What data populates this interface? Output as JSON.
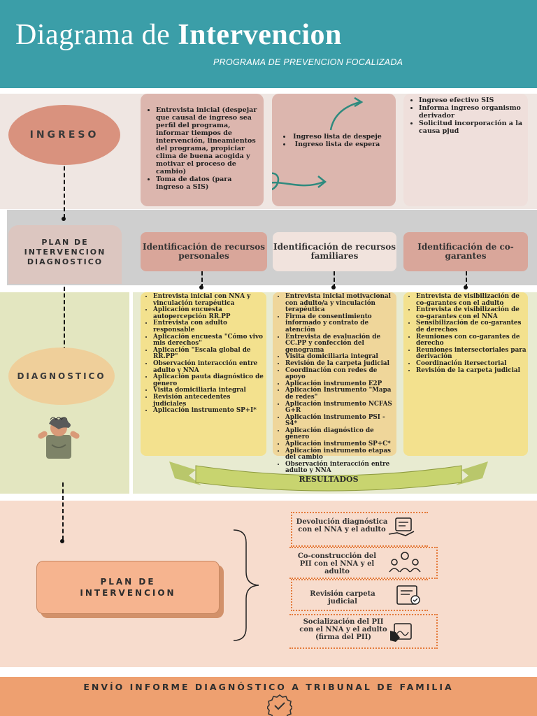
{
  "header": {
    "title_light": "Diagrama de ",
    "title_bold": "Intervencion",
    "subtitle": "PROGRAMA DE PREVENCION FOCALIZADA"
  },
  "ingreso": {
    "label": "INGRESO",
    "card1_items": [
      "Entrevista inicial (despejar que causal de ingreso sea perfil del programa, informar tiempos de intervención, lineamientos del programa, propiciar clima de buena acogida y motivar el proceso de cambio)",
      "Toma de datos (para ingreso a SIS)"
    ],
    "card2_items": [
      "Ingreso lista de despeje",
      "Ingreso lista de espera"
    ],
    "card3_items": [
      "Ingreso efectivo SIS",
      "Informa ingreso organismo derivador",
      "Solicitud incorporación a la causa pjud"
    ]
  },
  "plan_diagnostico": {
    "label_line1": "PLAN DE",
    "label_line2": "INTERVENCION",
    "label_line3": "DIAGNOSTICO",
    "id1": "Identificación de recursos personales",
    "id2": "Identificación de recursos familiares",
    "id3": "Identificación de co-garantes"
  },
  "diagnostico": {
    "label": "DIAGNOSTICO",
    "col1": [
      "Entrevista inicial con NNA y vinculación terapéutica",
      "Aplicación encuesta autopercepción RR.PP",
      "Entrevista con adulto responsable",
      "Aplicación encuesta \"Cómo vivo mis derechos\"",
      "Aplicación \"Escala global de RR.PP\"",
      "Observación interacción entre adulto y NNA",
      "Aplicación pauta diagnóstico de género",
      "Visita domiciliaria integral",
      "Revisión antecedentes judiciales",
      "Aplicación instrumento SP+I*"
    ],
    "col2": [
      "Entrevista inicial motivacional con adulto/a y vinculación terapéutica",
      "Firma de consentimiento informado y contrato de atención",
      "Entrevista de evaluación de CC.PP y confección del genograma",
      "Visita domiciliaria integral",
      "Revisión de la carpeta judicial",
      "Coordinación con redes de apoyo",
      "Aplicación instrumento E2P",
      "Aplicación Instrumento \"Mapa de redes\"",
      "Aplicación instrumento NCFAS G+R",
      "Aplicación instrumento PSI - S4*",
      "Aplicación diagnóstico de género",
      "Aplicación instrumento SP+C*",
      "Aplicación instrumento etapas del cambio",
      "Observación interacción entre adulto y NNA"
    ],
    "col3": [
      "Entrevista de visibilización de co-garantes con el adulto",
      "Entrevista de visibilización de co-garantes con el NNA",
      "Sensibilización de co-garantes de derechos",
      "Reuniones con co-garantes de derecho",
      "Reuniones intersectoriales para derivación",
      "Coordinación itersectorial",
      "Revisión de la carpeta judicial"
    ],
    "resultados": "RESULTADOS"
  },
  "intervencion": {
    "label_line1": "PLAN DE",
    "label_line2": "INTERVENCION",
    "steps": [
      "Devolución diagnóstica con el NNA y el adulto",
      "Co-construcción del PII con el NNA y el adulto",
      "Revisión carpeta judicial",
      "Socialización del PII con el NNA y el adulto (firma del PII)"
    ],
    "icons": [
      "document-hand-icon",
      "team-gear-icon",
      "clipboard-check-icon",
      "signature-hand-icon"
    ]
  },
  "footer": {
    "text": "ENVÍO INFORME DIAGNÓSTICO A TRIBUNAL DE FAMILIA",
    "icon": "seal-check-icon"
  },
  "colors": {
    "header": "#3b9ea8",
    "accent_orange": "#e47a3a",
    "footer": "#eea070"
  }
}
